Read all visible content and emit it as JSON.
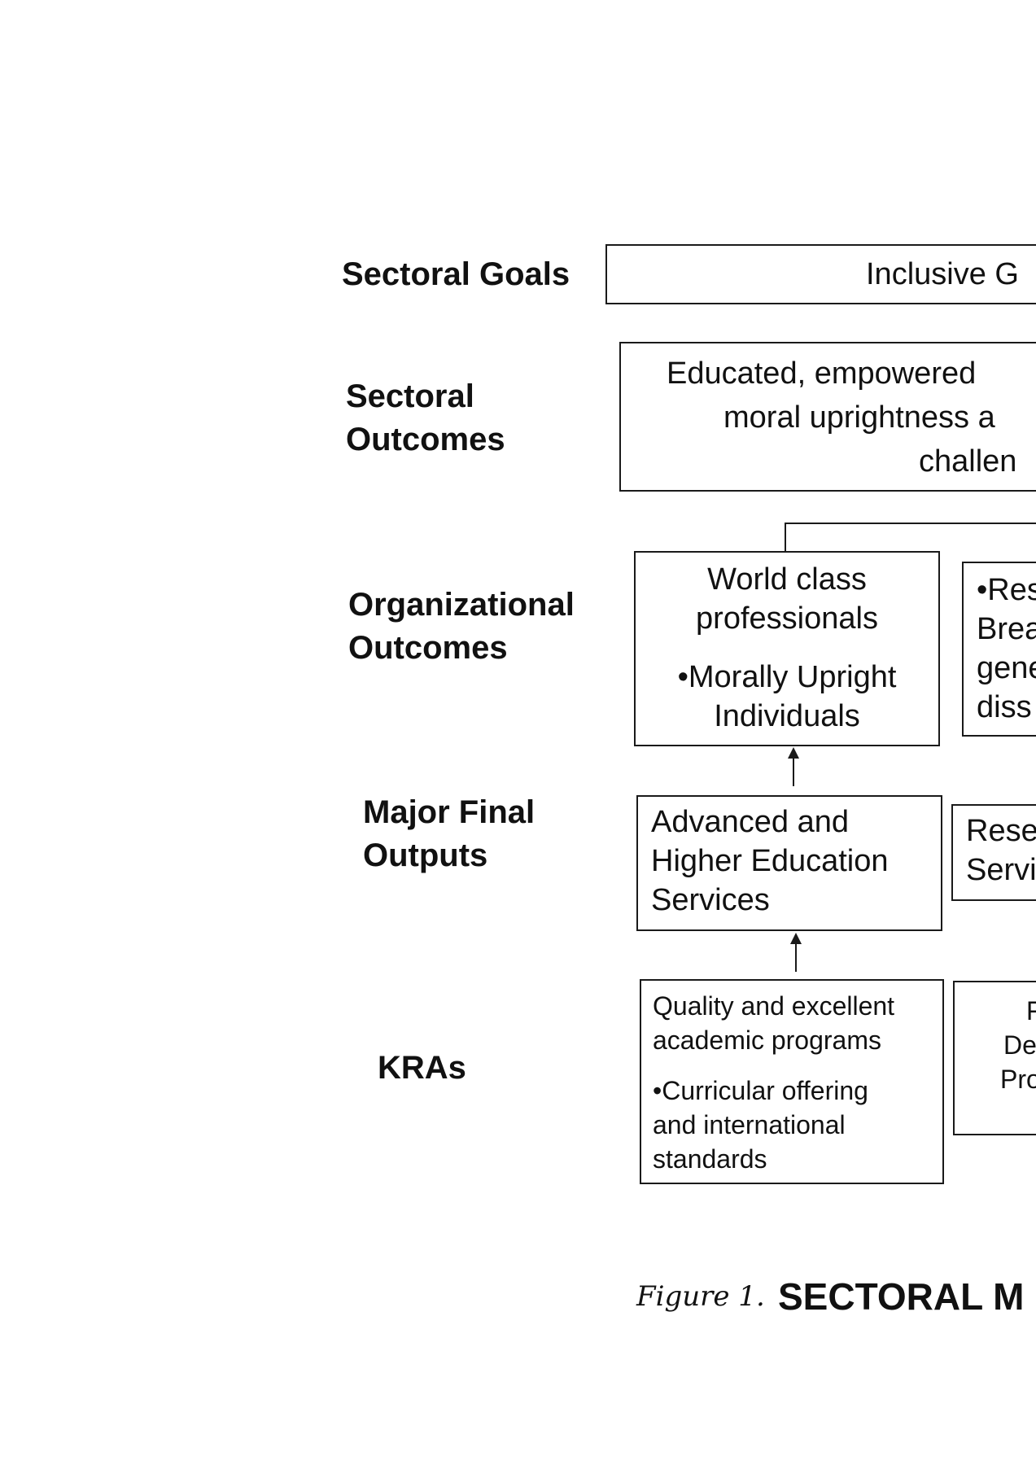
{
  "labels": {
    "sectoral_goals": "Sectoral Goals",
    "sectoral_outcomes_1": "Sectoral",
    "sectoral_outcomes_2": "Outcomes",
    "org_outcomes_1": "Organizational",
    "org_outcomes_2": "Outcomes",
    "mfo_1": "Major Final",
    "mfo_2": "Outputs",
    "kras": "KRAs"
  },
  "goal_box": {
    "text": "Inclusive G"
  },
  "outcome_box": {
    "line1": "Educated, empowered",
    "line2": "moral uprightness a",
    "line3": "challen"
  },
  "org_box_1": {
    "line1": "World class",
    "line2": "professionals",
    "line3": "•Morally Upright",
    "line4": "Individuals"
  },
  "org_box_2": {
    "line1": "•Res",
    "line2": "Brea",
    "line3": "gene",
    "line4": "diss"
  },
  "mfo_box_1": {
    "line1": "Advanced and",
    "line2": "Higher Education",
    "line3": "Services"
  },
  "mfo_box_2": {
    "line1": "Rese",
    "line2": "Servi"
  },
  "kra_box_1": {
    "line1": "Quality and excellent",
    "line2": "academic programs",
    "line3": "•Curricular offering",
    "line4": "and international",
    "line5": "standards"
  },
  "kra_box_2": {
    "line1": "F",
    "line2": "De",
    "line3": "Pro"
  },
  "caption": {
    "prefix": "Figure 1.",
    "title": "SECTORAL M"
  }
}
